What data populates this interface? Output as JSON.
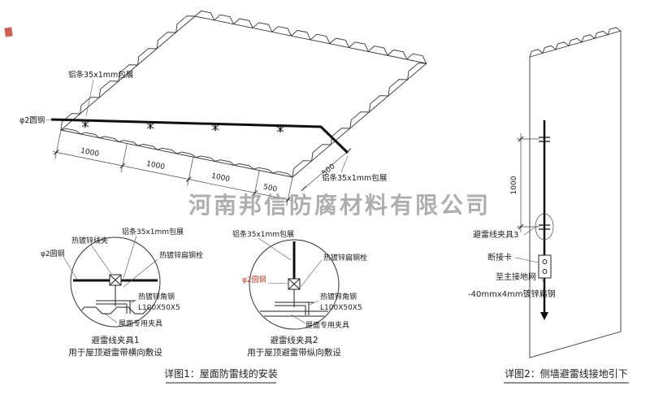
{
  "colors": {
    "ink": "#1c1c1c",
    "red_accent": "#c0392b",
    "watermark_gray": "#9b9b9b"
  },
  "watermark": "河南邦信防腐材料有限公司",
  "captions": {
    "detail1": "详图1：屋面防雷线的安装",
    "detail2": "详图2：侧墙避雷线接地引下"
  },
  "roof": {
    "alu_strip": "铝条35x1mm包展",
    "round_steel": "φ2圆钢",
    "dim_1000": "1000",
    "dim_500": "500"
  },
  "clamp_details": {
    "wire_clamp": "热镀锌线夹",
    "alu_strip": "铝条35x1mm包展",
    "flat_steel_bolt": "热镀锌扁钢栓",
    "round_steel": "φ2圆钢",
    "angle_steel": "热镀锌角钢",
    "angle_steel_spec": "L100X50X5",
    "roof_fixture": "屋面专用夹具",
    "clamp1_title": "避雷线夹具1",
    "clamp1_use": "用于屋顶避雷带横向敷设",
    "clamp2_title": "避雷线夹具2",
    "clamp2_use": "用于屋顶避雷带纵向敷设"
  },
  "wall": {
    "clamp3_label": "避雷线夹具3",
    "disconnect_card": "断接卡",
    "to_main_ground": "至主接地网",
    "flat_steel": "-40mmx4mm镀锌扁钢",
    "dim_1000": "1000"
  }
}
